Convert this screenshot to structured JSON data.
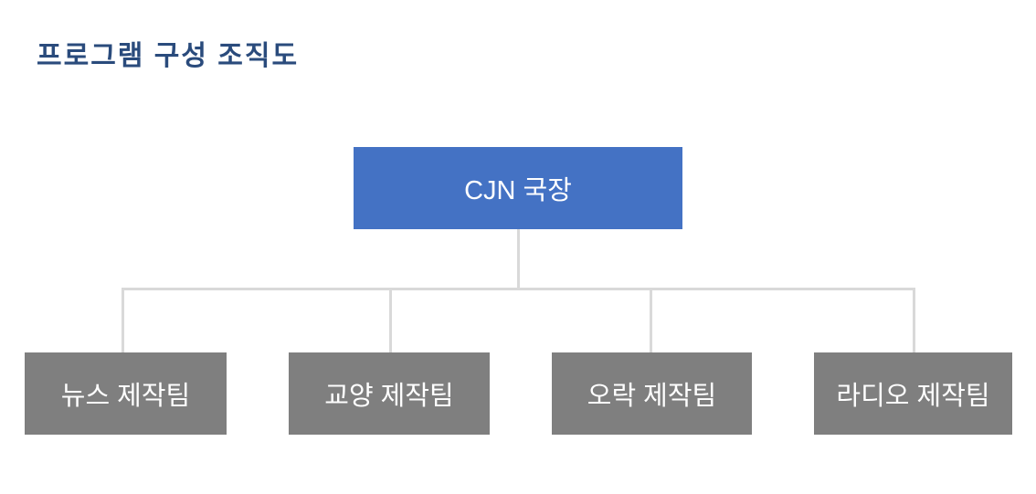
{
  "page": {
    "title": "프로그램 구성 조직도"
  },
  "org_chart": {
    "root": {
      "label": "CJN 국장"
    },
    "teams": [
      {
        "label": "뉴스 제작팀"
      },
      {
        "label": "교양 제작팀"
      },
      {
        "label": "오락 제작팀"
      },
      {
        "label": "라디오 제작팀"
      }
    ]
  },
  "colors": {
    "background": "#ffffff",
    "title_text": "#2a4b7c",
    "root_node_fill": "#4472c4",
    "team_node_fill": "#7f7f7f",
    "node_text": "#ffffff",
    "connector_line": "#d9d9d9"
  }
}
